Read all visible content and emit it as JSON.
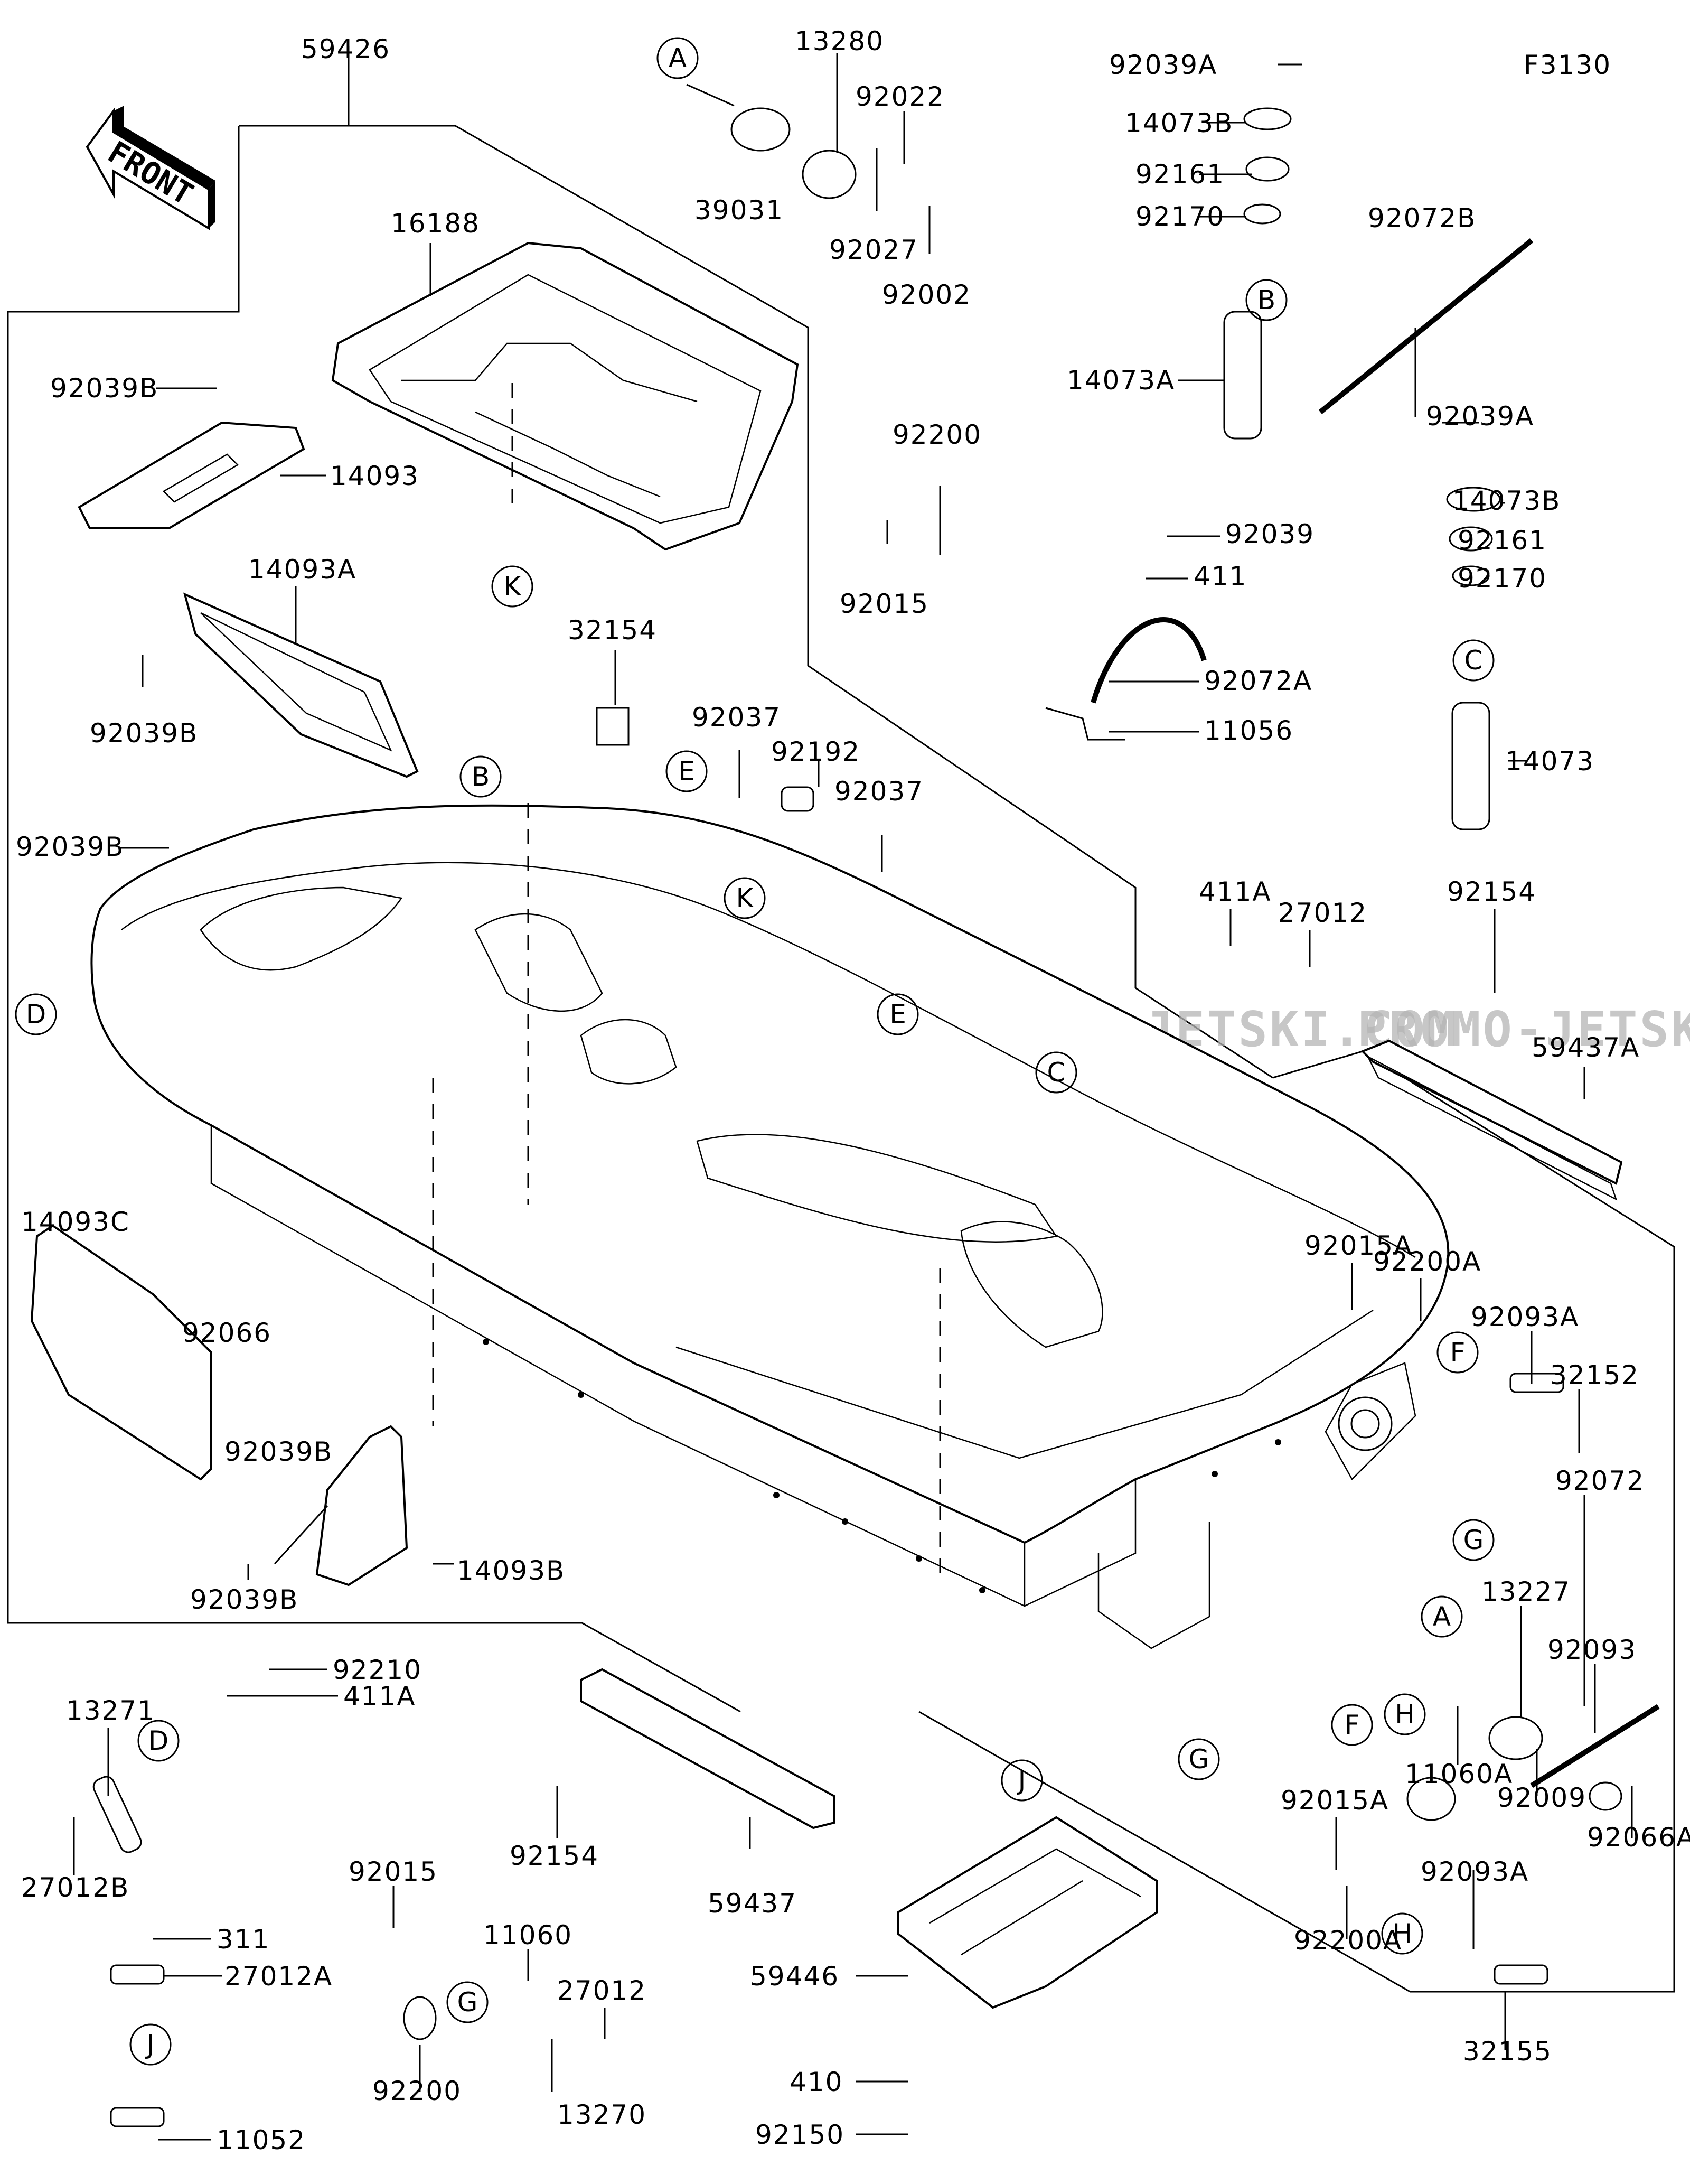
{
  "diagram": {
    "figure_id": "F3130",
    "direction_label": "FRONT",
    "watermark": "PROMO-JETSKI.COM",
    "parts": {
      "hull": "59426",
      "storage_tray": "16188",
      "cover_14093": "14093",
      "cover_14093A": "14093A",
      "cover_14093B": "14093B",
      "cover_14093C": "14093C",
      "clip_92039B_top": "92039B",
      "clip_92039B_mid": "92039B",
      "clip_92039B_left": "92039B",
      "clip_92039B_lower1": "92039B",
      "clip_92039B_lower2": "92039B",
      "cap_92066": "92066",
      "plate_39031": "39031",
      "plate_13280": "13280",
      "washer_92022": "92022",
      "collar_92027": "92027",
      "bolt_92002": "92002",
      "nut_92015_top": "92015",
      "washer_92200_top": "92200",
      "fitting_32154": "32154",
      "clamp_92037_a": "92037",
      "hose_92192": "92192",
      "clamp_92037_b": "92037",
      "rivet_92039A_top": "92039A",
      "duct_14073B_top": "14073B",
      "oring_92161_top": "92161",
      "clamp_92170_top": "92170",
      "duct_14073A": "14073A",
      "band_92072B": "92072B",
      "rivet_92039A_mid": "92039A",
      "duct_14073B_mid": "14073B",
      "oring_92161_mid": "92161",
      "clamp_92170_mid": "92170",
      "duct_14073": "14073",
      "rivet_92039": "92039",
      "washer_411": "411",
      "band_92072A": "92072A",
      "bracket_11056": "11056",
      "washer_411A_mid": "411A",
      "clip_27012_mid": "27012",
      "bolt_92154_right": "92154",
      "step_59437A": "59437A",
      "nut_92015A_top": "92015A",
      "washer_92200A_top": "92200A",
      "gasket_92093A_top": "92093A",
      "fitting_32152": "32152",
      "band_92072": "92072",
      "fitting_13227": "13227",
      "oring_92093": "92093",
      "gasket_11060A": "11060A",
      "screw_92009": "92009",
      "plug_92066A": "92066A",
      "nut_92015A_bot": "92015A",
      "gasket_92093A_bot": "92093A",
      "washer_92200A_bot": "92200A",
      "fitting_32155": "32155",
      "nut_92210": "92210",
      "washer_411A_bot": "411A",
      "plate_13271": "13271",
      "clip_27012B": "27012B",
      "nut_311": "311",
      "clip_27012A": "27012A",
      "bracket_11052": "11052",
      "bolt_92154_left": "92154",
      "step_59437": "59437",
      "nut_92015_bot": "92015",
      "washer_92200_bot": "92200",
      "gasket_11060": "11060",
      "plate_13270": "13270",
      "clip_27012_bot": "27012",
      "plate_59446": "59446",
      "washer_410": "410",
      "bolt_92150": "92150"
    },
    "callouts": {
      "A": "A",
      "B": "B",
      "C": "C",
      "D": "D",
      "E": "E",
      "F": "F",
      "G": "G",
      "H": "H",
      "J": "J",
      "K": "K"
    }
  }
}
